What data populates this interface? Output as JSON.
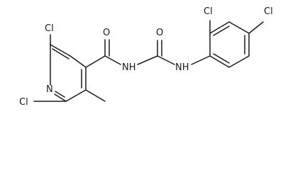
{
  "molecule": {
    "labels": {
      "n_pyridine": "N",
      "cl_ring_top": "Cl",
      "cl_ring_bottom": "Cl",
      "o_amide": "O",
      "nh_1": "NH",
      "o_urea": "O",
      "nh_2": "NH",
      "cl_phenyl_ortho": "Cl",
      "cl_phenyl_para": "Cl"
    }
  }
}
